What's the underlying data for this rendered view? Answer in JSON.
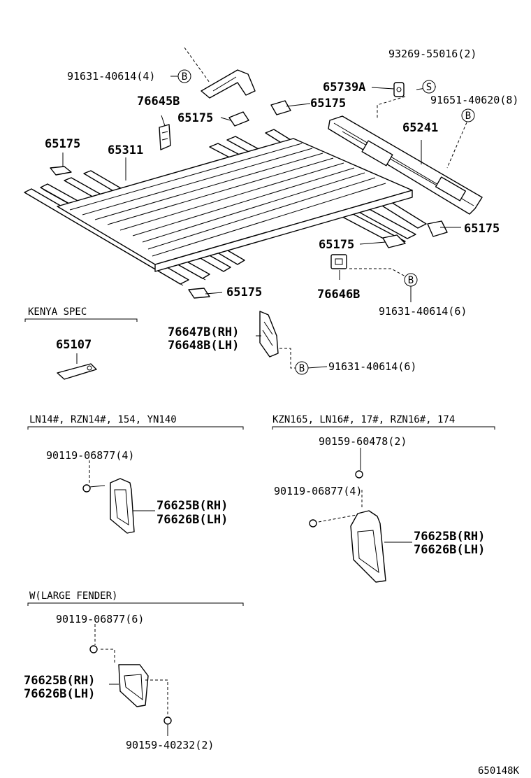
{
  "diagram_id": "650148K",
  "labels": {
    "p91631_40614_4": "91631-40614(4)",
    "p93269_55016_2": "93269-55016(2)",
    "p65739A": "65739A",
    "p91651_40620_8": "91651-40620(8)",
    "p76645B": "76645B",
    "p65175_a": "65175",
    "p65175_b": "65175",
    "p65175_c": "65175",
    "p65175_d": "65175",
    "p65175_e": "65175",
    "p65175_f": "65175",
    "p65241": "65241",
    "p65311": "65311",
    "p76646B": "76646B",
    "p91631_40614_6a": "91631-40614(6)",
    "p76647B": "76647B(RH)",
    "p76648B": "76648B(LH)",
    "p91631_40614_6b": "91631-40614(6)",
    "p65107": "65107",
    "p90119_06877_4a": "90119-06877(4)",
    "p76625B_a": "76625B(RH)",
    "p76626B_a": "76626B(LH)",
    "p90159_60478_2": "90159-60478(2)",
    "p90119_06877_4b": "90119-06877(4)",
    "p76625B_b": "76625B(RH)",
    "p76626B_b": "76626B(LH)",
    "p90119_06877_6": "90119-06877(6)",
    "p76625B_c": "76625B(RH)",
    "p76626B_c": "76626B(LH)",
    "p90159_40232_2": "90159-40232(2)"
  },
  "callouts": {
    "B": "B",
    "S": "S"
  },
  "sections": {
    "kenya": "KENYA SPEC",
    "ln14": "LN14#, RZN14#, 154, YN140",
    "kzn165": "KZN165, LN16#, 17#, RZN16#, 174",
    "large_fender": "W(LARGE FENDER)"
  }
}
